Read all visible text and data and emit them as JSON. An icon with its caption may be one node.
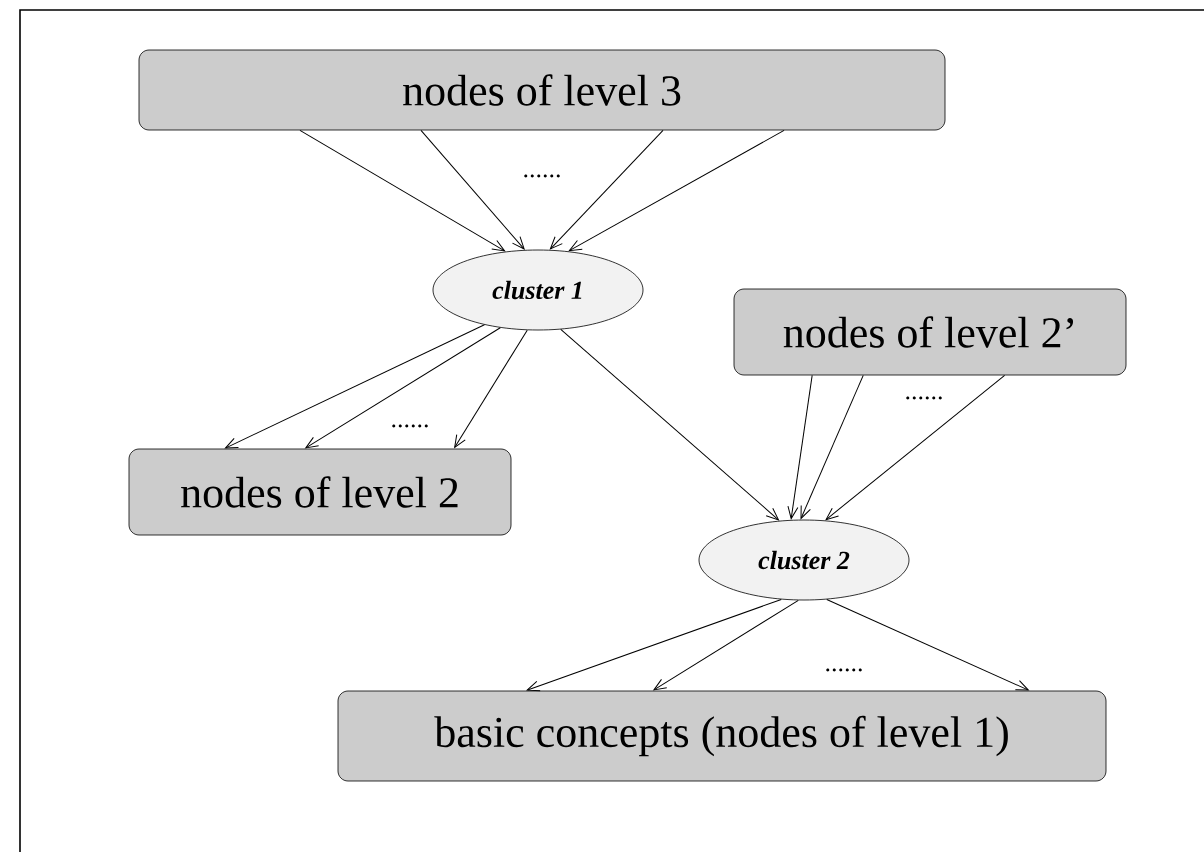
{
  "diagram": {
    "nodes": [
      {
        "text": [
          "nodes of level 3"
        ]
      },
      {
        "text": [
          "cluster 1"
        ]
      },
      {
        "text": [
          "nodes of level 2’"
        ]
      },
      {
        "text": [
          "nodes of level 2"
        ]
      },
      {
        "text": [
          "cluster 2"
        ]
      },
      {
        "text": [
          "basic concepts (nodes of level 1)"
        ]
      }
    ],
    "edges": [
      {
        "from": 0,
        "to": 1,
        "arrow": "to"
      },
      {
        "from": 0,
        "to": 1,
        "arrow": "to"
      },
      {
        "from": 0,
        "to": 1,
        "arrow": "to"
      },
      {
        "from": 0,
        "to": 1,
        "arrow": "to"
      },
      {
        "from": 1,
        "to": 3,
        "arrow": "to"
      },
      {
        "from": 1,
        "to": 3,
        "arrow": "to"
      },
      {
        "from": 1,
        "to": 3,
        "arrow": "to"
      },
      {
        "from": 1,
        "to": 4,
        "arrow": "to"
      },
      {
        "from": 2,
        "to": 4,
        "arrow": "to"
      },
      {
        "from": 2,
        "to": 4,
        "arrow": "to"
      },
      {
        "from": 2,
        "to": 4,
        "arrow": "to"
      },
      {
        "from": 4,
        "to": 5,
        "arrow": "to"
      },
      {
        "from": 4,
        "to": 5,
        "arrow": "to"
      },
      {
        "from": 4,
        "to": 5,
        "arrow": "to"
      }
    ],
    "labels": [
      "......",
      "......",
      "......",
      "......"
    ]
  }
}
